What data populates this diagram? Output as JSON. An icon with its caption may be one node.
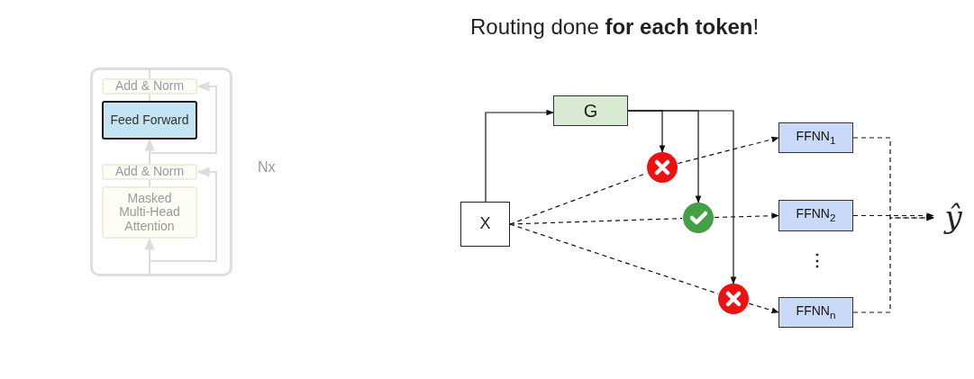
{
  "diagram": {
    "title": "Routing done **for each token**!",
    "nodes": [
      {
        "text": [],
        "shape": "box",
        "beside": [
          "Nx"
        ]
      },
      {
        "text": [
          "Add & Norm"
        ],
        "in": 0
      },
      {
        "text": [
          "Feed Forward"
        ],
        "in": 0
      },
      {
        "text": [
          "Add & Norm"
        ],
        "in": 0
      },
      {
        "text": [
          "Masked Multi-Head Attention"
        ],
        "in": 0
      },
      {
        "text": [
          "X"
        ]
      },
      {
        "text": [
          "G"
        ]
      },
      {
        "text": [],
        "shape": "circle"
      },
      {
        "text": [],
        "shape": "circle"
      },
      {
        "text": [],
        "shape": "circle"
      },
      {
        "text": [
          "FFNN$_{1}$"
        ]
      },
      {
        "text": [
          "FFNN$_{2}$"
        ]
      },
      {
        "text": [
          "FFNN$_{n}$"
        ]
      },
      {
        "text": [
          "ŷ"
        ]
      }
    ],
    "edges": [
      {
        "from": null,
        "to": 4,
        "arrow": "to",
        "color": "#dddddd"
      },
      {
        "from": 4,
        "to": 3,
        "arrow": "none",
        "color": "#dddddd"
      },
      {
        "from": 3,
        "to": 2,
        "arrow": "to",
        "color": "#dddddd"
      },
      {
        "from": 2,
        "to": 1,
        "arrow": "none",
        "color": "#dddddd"
      },
      {
        "from": 1,
        "to": null,
        "arrow": "none",
        "color": "#dddddd"
      },
      {
        "from": null,
        "to": 3,
        "arrow": "to",
        "color": "#dddddd"
      },
      {
        "from": 3,
        "to": 1,
        "arrow": "to",
        "color": "#dddddd"
      },
      {
        "from": 5,
        "to": 6,
        "arrow": "to"
      },
      {
        "from": 6,
        "to": 7,
        "arrow": "to"
      },
      {
        "from": 6,
        "to": 8,
        "arrow": "to"
      },
      {
        "from": 6,
        "to": 9,
        "arrow": "to"
      },
      {
        "from": 5,
        "to": 7,
        "arrow": "none",
        "style": "dashed"
      },
      {
        "from": 5,
        "to": 8,
        "arrow": "none",
        "style": "dashed"
      },
      {
        "from": 5,
        "to": 9,
        "arrow": "none",
        "style": "dashed"
      },
      {
        "from": 7,
        "to": 10,
        "arrow": "to",
        "style": "dashed"
      },
      {
        "from": 8,
        "to": 11,
        "arrow": "to",
        "style": "dashed"
      },
      {
        "from": 9,
        "to": 12,
        "arrow": "to",
        "style": "dashed"
      },
      {
        "from": 10,
        "to": 13,
        "arrow": "to",
        "style": "dashed"
      },
      {
        "from": 11,
        "to": 13,
        "arrow": "to",
        "style": "dashed"
      },
      {
        "from": 12,
        "to": 13,
        "arrow": "to",
        "style": "dashed"
      }
    ],
    "labels": [
      "⋮"
    ]
  }
}
